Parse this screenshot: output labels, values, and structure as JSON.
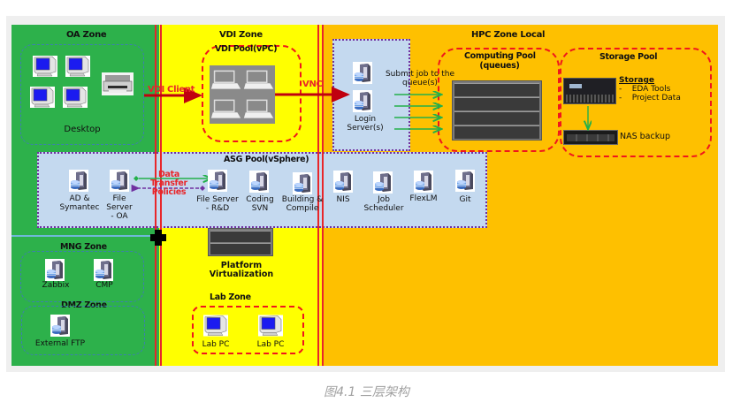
{
  "zones": {
    "oa": {
      "title": "OA Zone",
      "color": "#2db14b"
    },
    "vdi": {
      "title": "VDI Zone",
      "color": "#ffff00"
    },
    "hpc": {
      "title": "HPC Zone Local",
      "color": "#fec000"
    },
    "mng": {
      "title": "MNG Zone"
    },
    "dmz": {
      "title": "DMZ Zone"
    },
    "lab": {
      "title": "Lab Zone"
    }
  },
  "oa": {
    "desktop_label": "Desktop"
  },
  "vdi": {
    "pool_title": "VDI Pool(vPC)",
    "client_arrow_label": "VDI Client",
    "vnc_arrow_label": "VNC"
  },
  "login": {
    "label_line1": "Login",
    "label_line2": "Server(s)",
    "submit_line1": "Submit job to the",
    "submit_line2": "queue(s)"
  },
  "computing_pool": {
    "title_line1": "Computing Pool",
    "title_line2": "(queues)"
  },
  "storage_pool": {
    "title": "Storage Pool",
    "storage_heading": "Storage",
    "items": [
      "EDA Tools",
      "Project Data"
    ],
    "nas_label": "NAS backup"
  },
  "asg_pool": {
    "title": "ASG Pool(vSphere)",
    "transfer_label": [
      "Data",
      "Transfer",
      "Policies"
    ],
    "servers": [
      {
        "lines": [
          "AD &",
          "Symantec"
        ]
      },
      {
        "lines": [
          "File",
          "Server",
          "- OA"
        ]
      },
      {
        "lines": [
          "File Server",
          "- R&D"
        ]
      },
      {
        "lines": [
          "Coding",
          "SVN"
        ]
      },
      {
        "lines": [
          "Building &",
          "Compile"
        ]
      },
      {
        "lines": [
          "NIS"
        ]
      },
      {
        "lines": [
          "Job",
          "Scheduler"
        ]
      },
      {
        "lines": [
          "FlexLM"
        ]
      },
      {
        "lines": [
          "Git"
        ]
      }
    ]
  },
  "platform": {
    "line1": "Platform",
    "line2": "Virtualization"
  },
  "mng": {
    "servers": [
      "Zabbix",
      "CMP"
    ]
  },
  "dmz": {
    "servers": [
      "External FTP"
    ]
  },
  "lab": {
    "pcs": [
      "Lab PC",
      "Lab PC"
    ]
  },
  "caption": "图4.1 三层架构"
}
